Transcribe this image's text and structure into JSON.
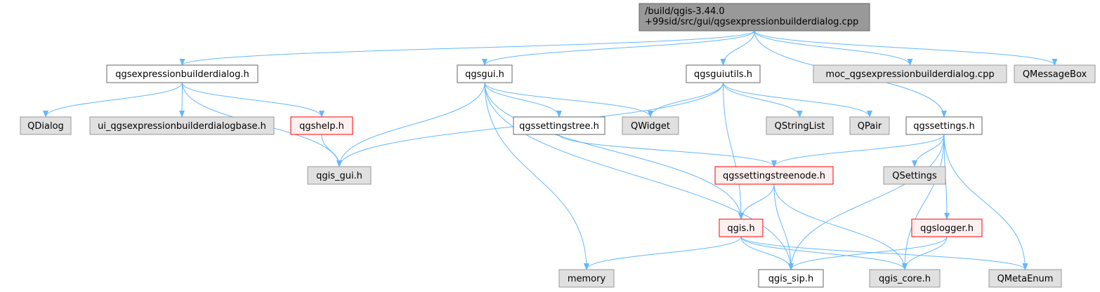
{
  "colors": {
    "root_fill": "#999999",
    "root_stroke": "#666666",
    "plain_fill": "#ffffff",
    "plain_stroke": "#666666",
    "gray_fill": "#e0e0e0",
    "gray_stroke": "#999999",
    "red_fill": "#fff0f0",
    "red_stroke": "#ff0000",
    "edge": "#63b8ff"
  },
  "nodes": [
    {
      "id": "root",
      "style": "root",
      "lines": [
        "/build/qgis-3.44.0",
        "+99sid/src/gui/qgsexpressionbuilderdialog.cpp"
      ]
    },
    {
      "id": "qgsexpressionbuilderdialog_h",
      "style": "plain",
      "lines": [
        "qgsexpressionbuilderdialog.h"
      ]
    },
    {
      "id": "qgsgui_h",
      "style": "plain",
      "lines": [
        "qgsgui.h"
      ]
    },
    {
      "id": "qgsguiutils_h",
      "style": "plain",
      "lines": [
        "qgsguiutils.h"
      ]
    },
    {
      "id": "moc_cpp",
      "style": "gray",
      "lines": [
        "moc_qgsexpressionbuilderdialog.cpp"
      ]
    },
    {
      "id": "qmessagebox",
      "style": "gray",
      "lines": [
        "QMessageBox"
      ]
    },
    {
      "id": "qdialog",
      "style": "gray",
      "lines": [
        "QDialog"
      ]
    },
    {
      "id": "ui_base_h",
      "style": "gray",
      "lines": [
        "ui_qgsexpressionbuilderdialogbase.h"
      ]
    },
    {
      "id": "qgshelp_h",
      "style": "red",
      "lines": [
        "qgshelp.h"
      ]
    },
    {
      "id": "qgssettingstree_h",
      "style": "plain",
      "lines": [
        "qgssettingstree.h"
      ]
    },
    {
      "id": "qwidget",
      "style": "gray",
      "lines": [
        "QWidget"
      ]
    },
    {
      "id": "qstringlist",
      "style": "gray",
      "lines": [
        "QStringList"
      ]
    },
    {
      "id": "qpair",
      "style": "gray",
      "lines": [
        "QPair"
      ]
    },
    {
      "id": "qgssettings_h",
      "style": "plain",
      "lines": [
        "qgssettings.h"
      ]
    },
    {
      "id": "qgis_gui_h",
      "style": "gray",
      "lines": [
        "qgis_gui.h"
      ]
    },
    {
      "id": "qgssettingstreenode_h",
      "style": "red",
      "lines": [
        "qgssettingstreenode.h"
      ]
    },
    {
      "id": "qsettings",
      "style": "gray",
      "lines": [
        "QSettings"
      ]
    },
    {
      "id": "qgis_h",
      "style": "red",
      "lines": [
        "qgis.h"
      ]
    },
    {
      "id": "qgslogger_h",
      "style": "red",
      "lines": [
        "qgslogger.h"
      ]
    },
    {
      "id": "memory",
      "style": "gray",
      "lines": [
        "memory"
      ]
    },
    {
      "id": "qgis_sip_h",
      "style": "plain",
      "lines": [
        "qgis_sip.h"
      ]
    },
    {
      "id": "qgis_core_h",
      "style": "gray",
      "lines": [
        "qgis_core.h"
      ]
    },
    {
      "id": "qmetaenum",
      "style": "gray",
      "lines": [
        "QMetaEnum"
      ]
    }
  ],
  "edges": [
    [
      "root",
      "qgsexpressionbuilderdialog_h"
    ],
    [
      "root",
      "qgsgui_h"
    ],
    [
      "root",
      "qgsguiutils_h"
    ],
    [
      "root",
      "qgssettings_h"
    ],
    [
      "root",
      "moc_cpp"
    ],
    [
      "root",
      "qmessagebox"
    ],
    [
      "qgsexpressionbuilderdialog_h",
      "qdialog"
    ],
    [
      "qgsexpressionbuilderdialog_h",
      "ui_base_h"
    ],
    [
      "qgsexpressionbuilderdialog_h",
      "qgshelp_h"
    ],
    [
      "qgsexpressionbuilderdialog_h",
      "qgis_gui_h"
    ],
    [
      "qgshelp_h",
      "qgis_gui_h"
    ],
    [
      "qgsgui_h",
      "qgis_gui_h"
    ],
    [
      "qgsgui_h",
      "qgssettingstree_h"
    ],
    [
      "qgsgui_h",
      "qwidget"
    ],
    [
      "qgsgui_h",
      "memory"
    ],
    [
      "qgsgui_h",
      "qgis_sip_h"
    ],
    [
      "qgsgui_h",
      "qgis_h"
    ],
    [
      "qgssettingstree_h",
      "qgssettingstreenode_h"
    ],
    [
      "qgsguiutils_h",
      "qwidget"
    ],
    [
      "qgsguiutils_h",
      "qstringlist"
    ],
    [
      "qgsguiutils_h",
      "qpair"
    ],
    [
      "qgsguiutils_h",
      "qgis_gui_h"
    ],
    [
      "qgsguiutils_h",
      "qgis_h"
    ],
    [
      "qgssettings_h",
      "qgssettingstreenode_h"
    ],
    [
      "qgssettings_h",
      "qsettings"
    ],
    [
      "qgssettings_h",
      "qgslogger_h"
    ],
    [
      "qgssettings_h",
      "qgis_sip_h"
    ],
    [
      "qgssettings_h",
      "qgis_core_h"
    ],
    [
      "qgssettings_h",
      "qmetaenum"
    ],
    [
      "qgssettingstreenode_h",
      "qgis_h"
    ],
    [
      "qgssettingstreenode_h",
      "qgis_sip_h"
    ],
    [
      "qgssettingstreenode_h",
      "qgis_core_h"
    ],
    [
      "qgis_h",
      "memory"
    ],
    [
      "qgis_h",
      "qgis_sip_h"
    ],
    [
      "qgis_h",
      "qgis_core_h"
    ],
    [
      "qgis_h",
      "qmetaenum"
    ],
    [
      "qgslogger_h",
      "qgis_sip_h"
    ],
    [
      "qgslogger_h",
      "qgis_core_h"
    ]
  ]
}
